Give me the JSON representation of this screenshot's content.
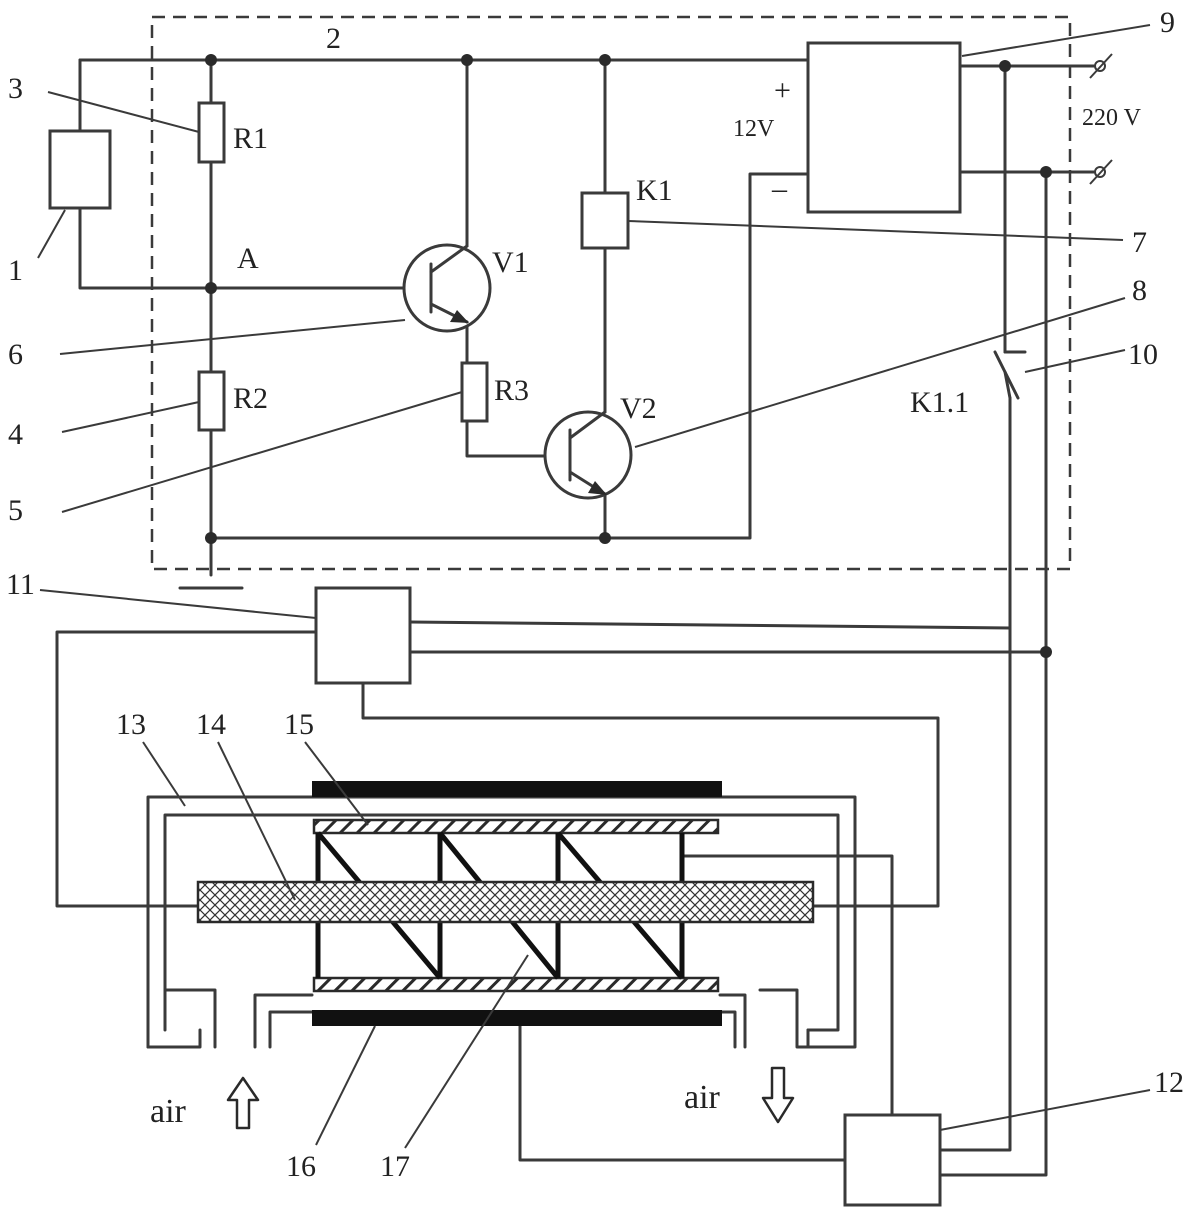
{
  "labels": {
    "r1": "R1",
    "r2": "R2",
    "r3": "R3",
    "v1": "V1",
    "v2": "V2",
    "k1": "K1",
    "k11": "K1.1",
    "node_a": "A",
    "plus": "+",
    "minus": "–",
    "v12": "12V",
    "v220": "220 V",
    "air_in": "air",
    "air_out": "air"
  },
  "callouts": [
    "1",
    "2",
    "3",
    "4",
    "5",
    "6",
    "7",
    "8",
    "9",
    "10",
    "11",
    "12",
    "13",
    "14",
    "15",
    "16",
    "17"
  ],
  "icons": [
    "arrow-up-icon",
    "arrow-down-icon",
    "ground-icon"
  ],
  "colors": {
    "line": "#3a3a3a",
    "text": "#222222",
    "background": "#ffffff"
  }
}
